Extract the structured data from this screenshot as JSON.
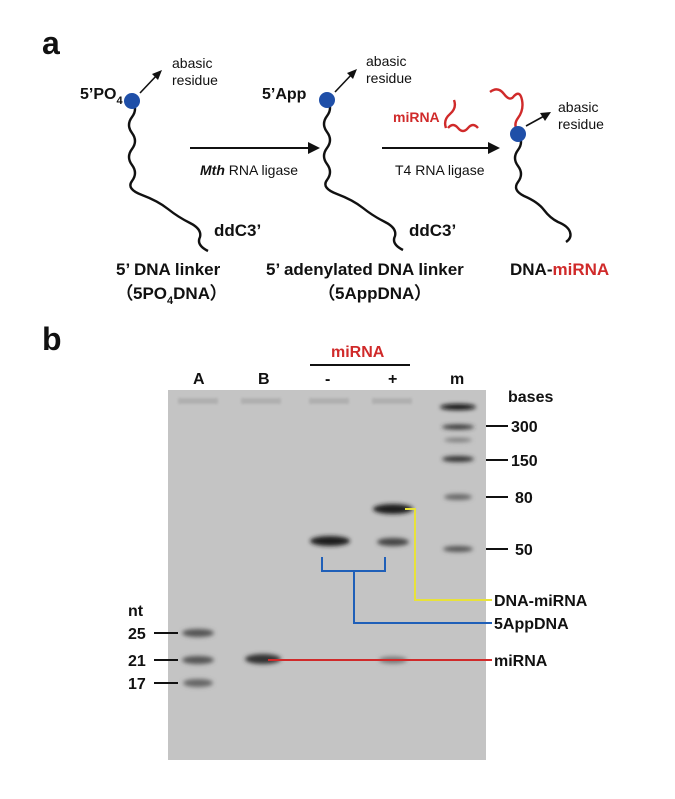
{
  "panel_a": {
    "letter": "a",
    "step1": {
      "end5": "5’PO",
      "end5_sub": "4",
      "annot_line1": "abasic",
      "annot_line2": "residue",
      "end3": "ddC3’",
      "name": "5’ DNA linker",
      "formula_open": "（5PO",
      "formula_sub": "4",
      "formula_close": "DNA）"
    },
    "arrow1": {
      "enzyme_italic": "Mth",
      "enzyme_rest": " RNA ligase"
    },
    "step2": {
      "end5": "5’App",
      "annot_line1": "abasic",
      "annot_line2": "residue",
      "end3": "ddC3’",
      "name": "5’ adenylated DNA linker",
      "formula": "（5AppDNA）"
    },
    "arrow2": {
      "reagent": "miRNA",
      "enzyme": "T4 RNA ligase"
    },
    "step3": {
      "annot_line1": "abasic",
      "annot_line2": "residue",
      "name_dna": "DNA-",
      "name_mirna": "miRNA"
    },
    "colors": {
      "dna": "#111111",
      "rna": "#d02a2a",
      "dot": "#1f4fa8"
    }
  },
  "panel_b": {
    "letter": "b",
    "mirna_header": "miRNA",
    "lanes": [
      "A",
      "B",
      "-",
      "+",
      "m"
    ],
    "ladder_title": "bases",
    "ladder_marks": [
      "300",
      "150",
      "80",
      "50"
    ],
    "nt_title": "nt",
    "nt_marks": [
      "25",
      "21",
      "17"
    ],
    "labels": {
      "dna_mirna": "DNA-miRNA",
      "appdna": "5AppDNA",
      "mirna": "miRNA"
    },
    "colors": {
      "dna_mirna": "#e8e23a",
      "appdna": "#1f5fb8",
      "mirna": "#d02a2a",
      "gel": "#c4c4c4"
    }
  }
}
